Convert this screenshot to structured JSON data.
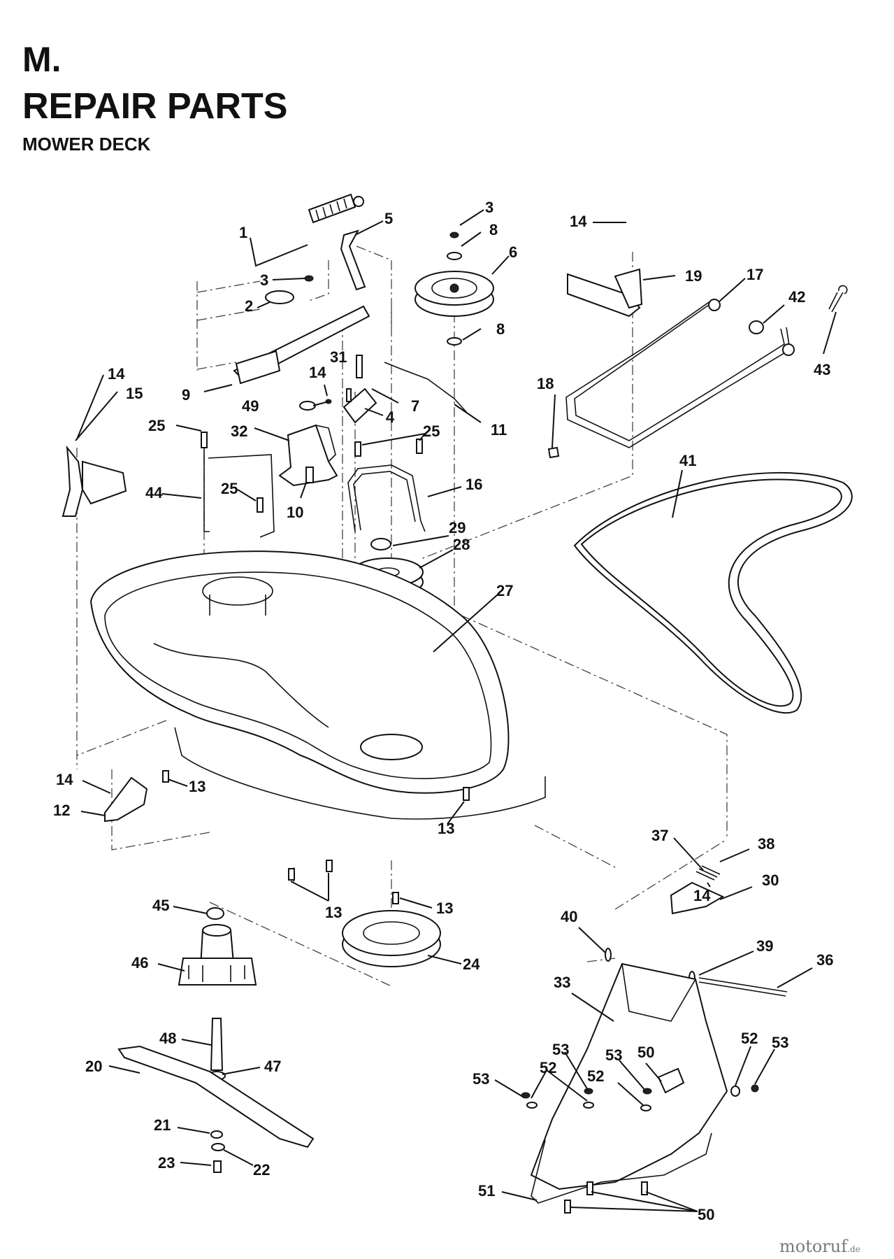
{
  "header": {
    "section": "M.",
    "title": "REPAIR PARTS",
    "subtitle": "MOWER DECK"
  },
  "watermark": {
    "text": "motoruf",
    "suffix": ".de"
  },
  "callouts": [
    {
      "id": "c1",
      "label": "1"
    },
    {
      "id": "c2",
      "label": "2"
    },
    {
      "id": "c3a",
      "label": "3"
    },
    {
      "id": "c3b",
      "label": "3"
    },
    {
      "id": "c4",
      "label": "4"
    },
    {
      "id": "c5",
      "label": "5"
    },
    {
      "id": "c6",
      "label": "6"
    },
    {
      "id": "c7",
      "label": "7"
    },
    {
      "id": "c8a",
      "label": "8"
    },
    {
      "id": "c8b",
      "label": "8"
    },
    {
      "id": "c9",
      "label": "9"
    },
    {
      "id": "c10",
      "label": "10"
    },
    {
      "id": "c11",
      "label": "11"
    },
    {
      "id": "c12",
      "label": "12"
    },
    {
      "id": "c13a",
      "label": "13"
    },
    {
      "id": "c13b",
      "label": "13"
    },
    {
      "id": "c13c",
      "label": "13"
    },
    {
      "id": "c13d",
      "label": "13"
    },
    {
      "id": "c14a",
      "label": "14"
    },
    {
      "id": "c14b",
      "label": "14"
    },
    {
      "id": "c14c",
      "label": "14"
    },
    {
      "id": "c14d",
      "label": "14"
    },
    {
      "id": "c14e",
      "label": "14"
    },
    {
      "id": "c15",
      "label": "15"
    },
    {
      "id": "c16",
      "label": "16"
    },
    {
      "id": "c17",
      "label": "17"
    },
    {
      "id": "c18",
      "label": "18"
    },
    {
      "id": "c19",
      "label": "19"
    },
    {
      "id": "c20",
      "label": "20"
    },
    {
      "id": "c21",
      "label": "21"
    },
    {
      "id": "c22",
      "label": "22"
    },
    {
      "id": "c23",
      "label": "23"
    },
    {
      "id": "c24",
      "label": "24"
    },
    {
      "id": "c25a",
      "label": "25"
    },
    {
      "id": "c25b",
      "label": "25"
    },
    {
      "id": "c25c",
      "label": "25"
    },
    {
      "id": "c27",
      "label": "27"
    },
    {
      "id": "c28",
      "label": "28"
    },
    {
      "id": "c29",
      "label": "29"
    },
    {
      "id": "c30",
      "label": "30"
    },
    {
      "id": "c31",
      "label": "31"
    },
    {
      "id": "c32",
      "label": "32"
    },
    {
      "id": "c33",
      "label": "33"
    },
    {
      "id": "c36",
      "label": "36"
    },
    {
      "id": "c37",
      "label": "37"
    },
    {
      "id": "c38",
      "label": "38"
    },
    {
      "id": "c39",
      "label": "39"
    },
    {
      "id": "c40",
      "label": "40"
    },
    {
      "id": "c41",
      "label": "41"
    },
    {
      "id": "c42",
      "label": "42"
    },
    {
      "id": "c43",
      "label": "43"
    },
    {
      "id": "c44",
      "label": "44"
    },
    {
      "id": "c45",
      "label": "45"
    },
    {
      "id": "c46",
      "label": "46"
    },
    {
      "id": "c47",
      "label": "47"
    },
    {
      "id": "c48",
      "label": "48"
    },
    {
      "id": "c49",
      "label": "49"
    },
    {
      "id": "c50a",
      "label": "50"
    },
    {
      "id": "c50b",
      "label": "50"
    },
    {
      "id": "c51",
      "label": "51"
    },
    {
      "id": "c52a",
      "label": "52"
    },
    {
      "id": "c52b",
      "label": "52"
    },
    {
      "id": "c52c",
      "label": "52"
    },
    {
      "id": "c53a",
      "label": "53"
    },
    {
      "id": "c53b",
      "label": "53"
    },
    {
      "id": "c53c",
      "label": "53"
    },
    {
      "id": "c53d",
      "label": "53"
    }
  ]
}
